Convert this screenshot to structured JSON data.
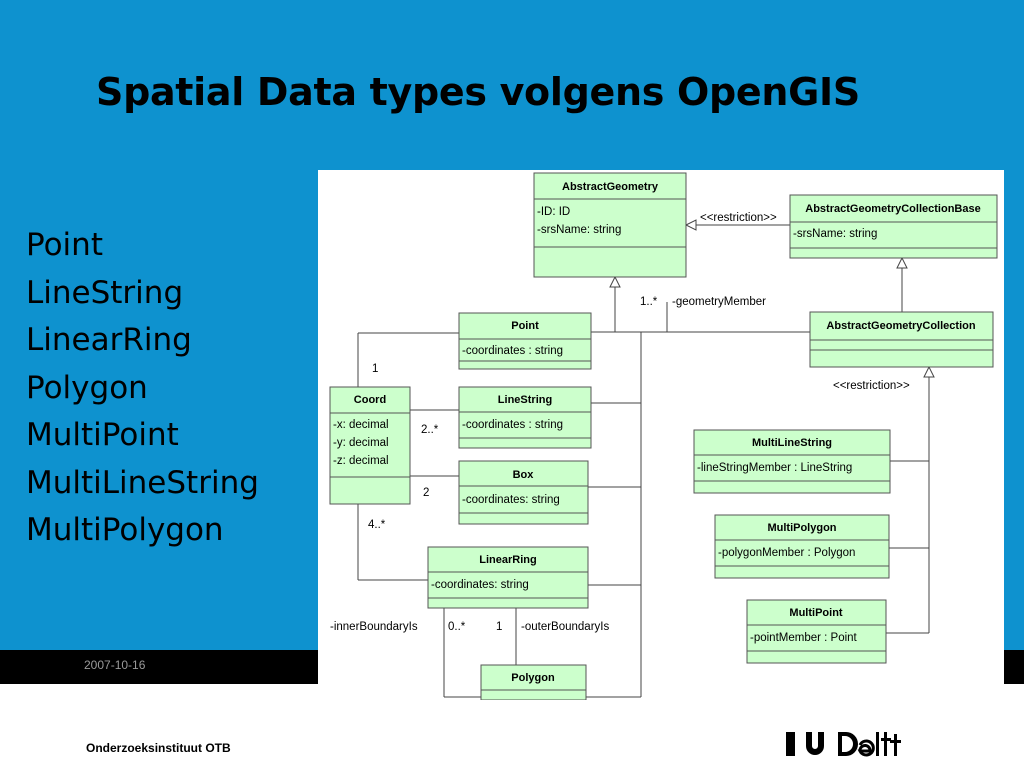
{
  "slide": {
    "title": "Spatial Data types volgens OpenGIS",
    "type_list": [
      "Point",
      "LineString",
      "LinearRing",
      "Polygon",
      "MultiPoint",
      "MultiLineString",
      "MultiPolygon"
    ],
    "date": "2007-10-16",
    "organization": "Onderzoeksinstituut OTB",
    "logo_text": "TU Delft"
  },
  "colors": {
    "background_blue": "#0e92cf",
    "class_fill": "#ccffcc",
    "footer_bar": "#000000"
  },
  "diagram": {
    "classes": {
      "abstract_geometry": {
        "name": "AbstractGeometry",
        "attributes": [
          "-ID: ID",
          "-srsName: string"
        ]
      },
      "collection_base": {
        "name": "AbstractGeometryCollectionBase",
        "attributes": [
          "-srsName: string"
        ]
      },
      "collection": {
        "name": "AbstractGeometryCollection",
        "attributes": []
      },
      "point": {
        "name": "Point",
        "attributes": [
          "-coordinates : string"
        ]
      },
      "coord": {
        "name": "Coord",
        "attributes": [
          "-x: decimal",
          "-y: decimal",
          "-z: decimal"
        ]
      },
      "linestring": {
        "name": "LineString",
        "attributes": [
          "-coordinates : string"
        ]
      },
      "box": {
        "name": "Box",
        "attributes": [
          "-coordinates: string"
        ]
      },
      "linearring": {
        "name": "LinearRing",
        "attributes": [
          "-coordinates: string"
        ]
      },
      "polygon": {
        "name": "Polygon",
        "attributes": []
      },
      "multilinestring": {
        "name": "MultiLineString",
        "attributes": [
          "-lineStringMember : LineString"
        ]
      },
      "multipolygon": {
        "name": "MultiPolygon",
        "attributes": [
          "-polygonMember : Polygon"
        ]
      },
      "multipoint": {
        "name": "MultiPoint",
        "attributes": [
          "-pointMember : Point"
        ]
      }
    },
    "labels": {
      "restriction_top": "<<restriction>>",
      "restriction_right": "<<restriction>>",
      "geometry_member_mult": "1..*",
      "geometry_member": "-geometryMember",
      "coord_point_mult": "1",
      "coord_linestring_mult": "2..*",
      "coord_box_mult": "2",
      "coord_linearring_mult": "4..*",
      "inner_boundary": "-innerBoundaryIs",
      "inner_mult": "0..*",
      "outer_mult": "1",
      "outer_boundary": "-outerBoundaryIs"
    }
  }
}
